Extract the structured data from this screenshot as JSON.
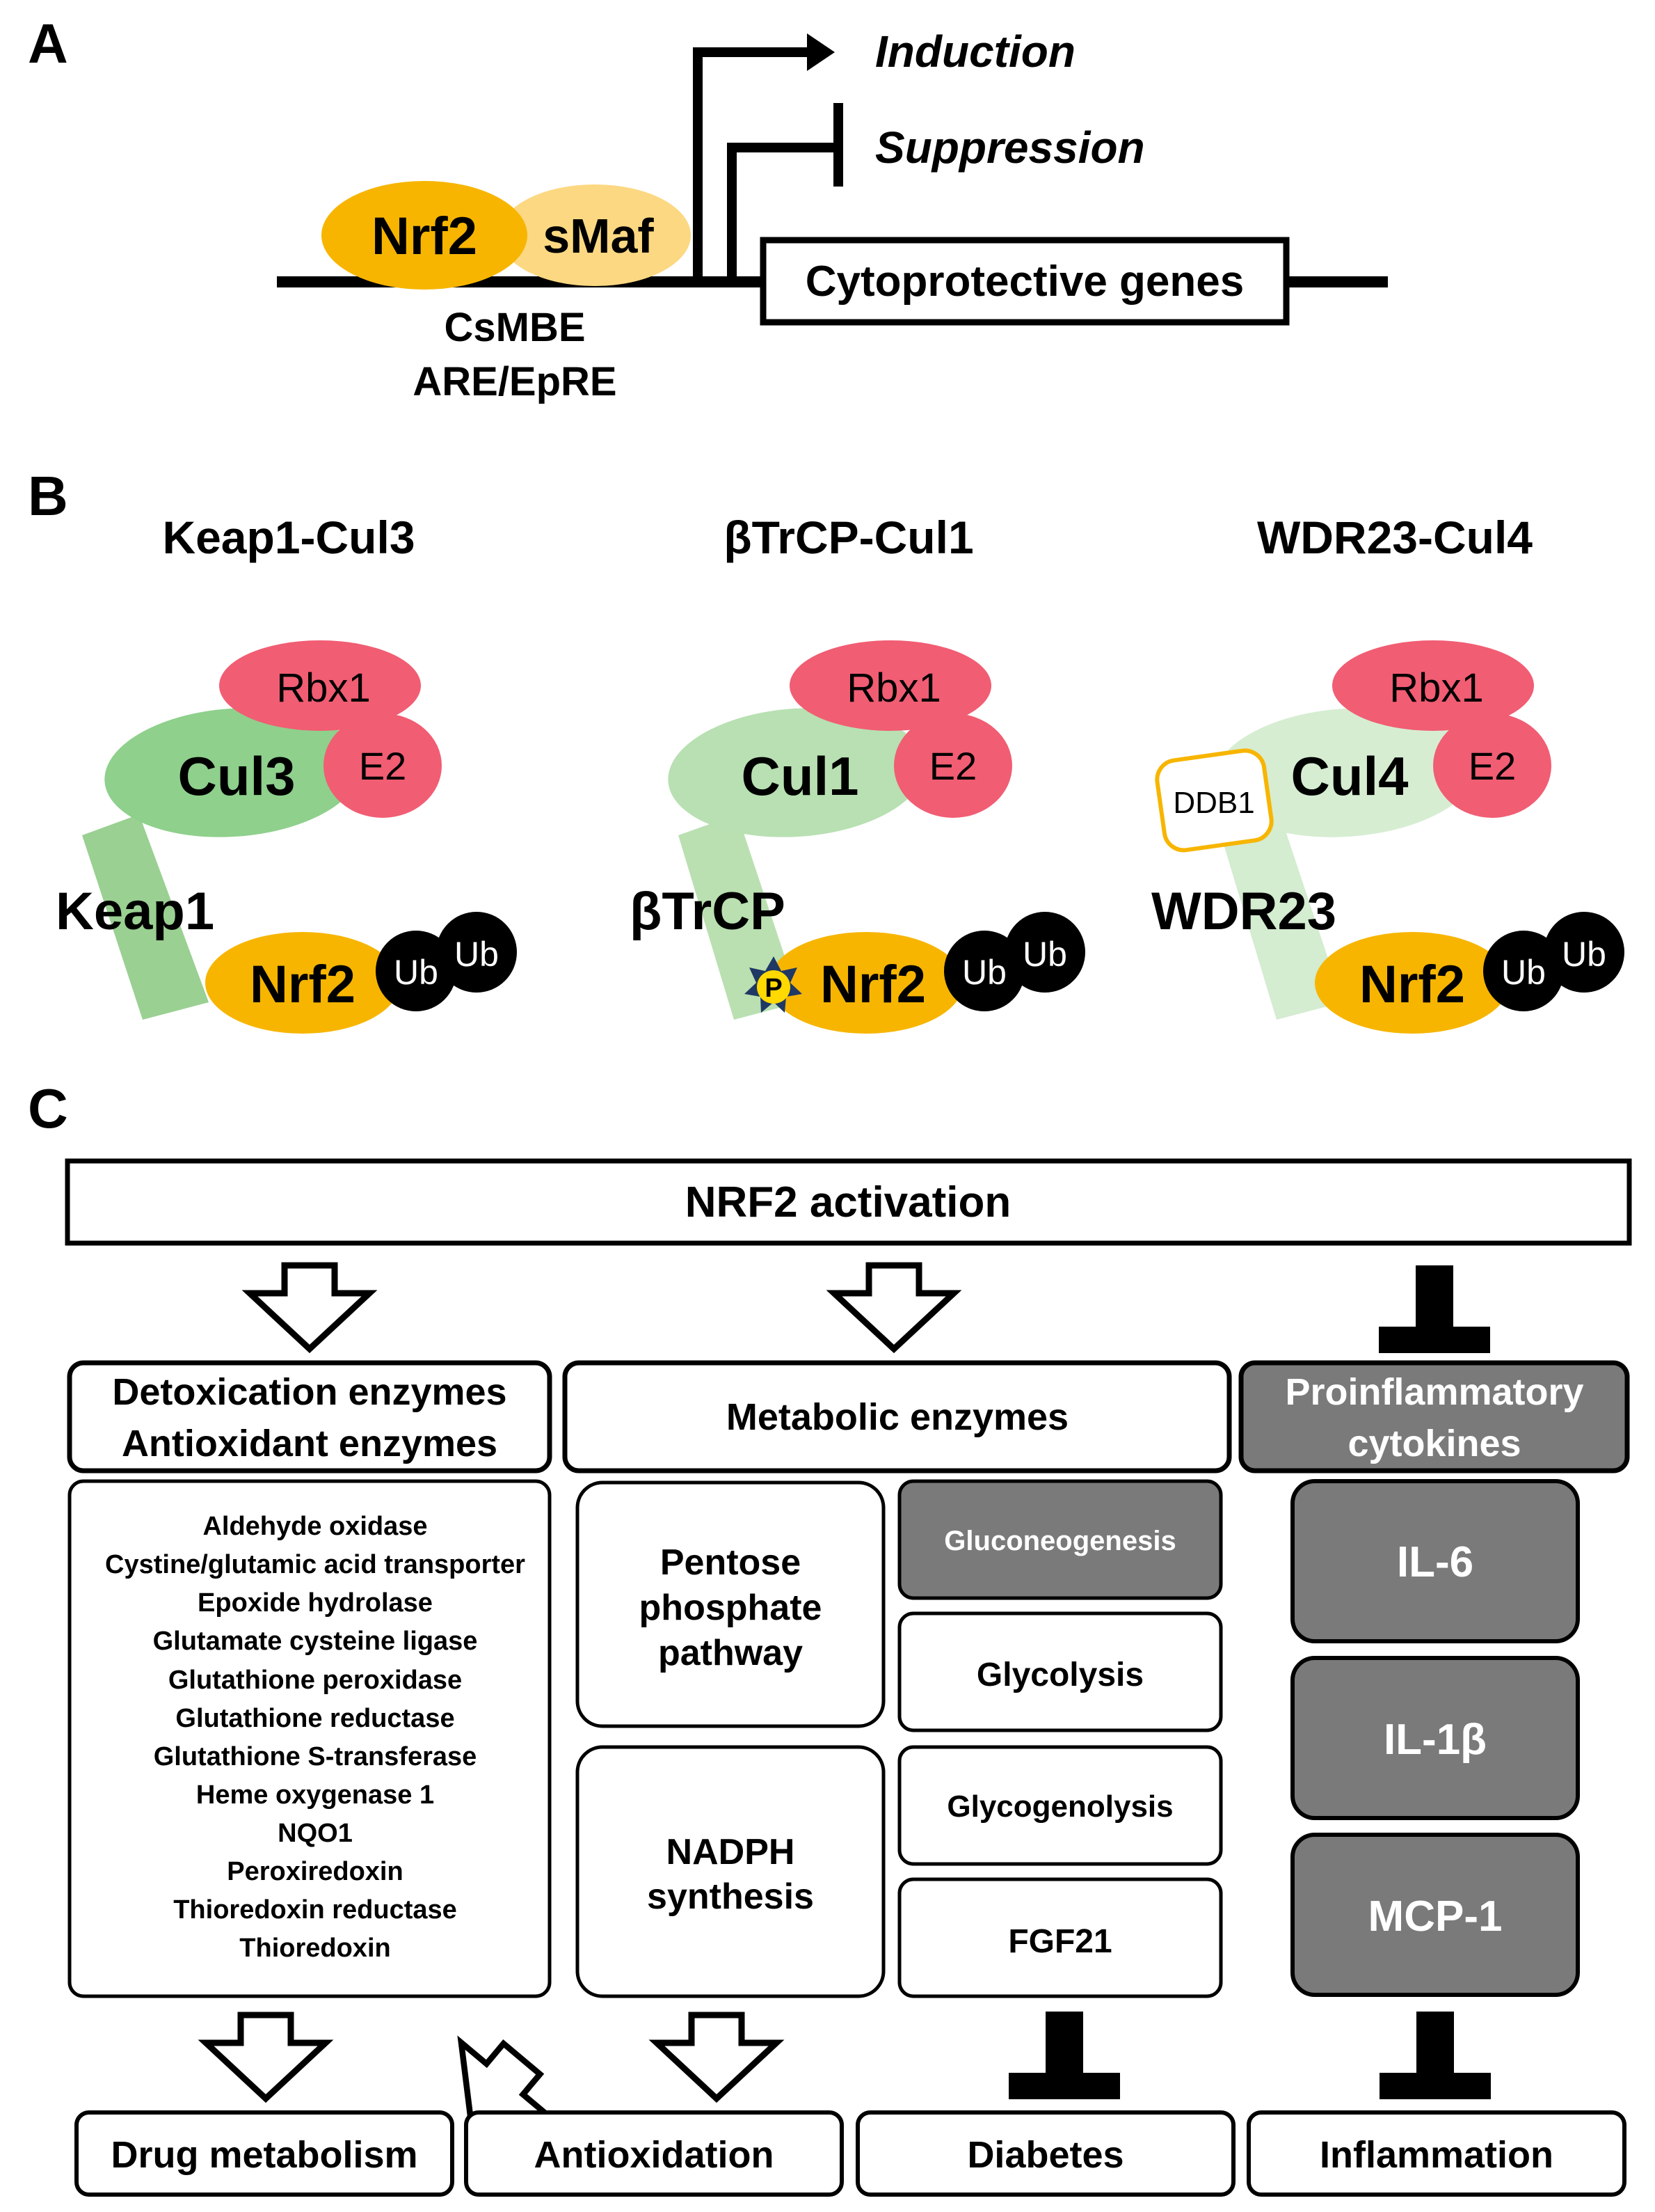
{
  "colors": {
    "nrf2": "#F7B500",
    "smaf": "#FCD882",
    "rbx1": "#F15D73",
    "cul_green": "#8ED08C",
    "cul_green_light": "#C9E7C5",
    "keap_green": "#8FCB86",
    "ub": "#000000",
    "gray_box": "#7A7A7A",
    "ddb1_border": "#F7B500"
  },
  "panelA": {
    "label": "A",
    "nrf2": "Nrf2",
    "smaf": "sMaf",
    "element_line1": "CsMBE",
    "element_line2": "ARE/EpRE",
    "induction": "Induction",
    "suppression": "Suppression",
    "genes": "Cytoprotective genes"
  },
  "panelB": {
    "label": "B",
    "complexes": [
      {
        "title": "Keap1-Cul3",
        "rbx": "Rbx1",
        "e2": "E2",
        "cul": "Cul3",
        "adaptor": "Keap1",
        "nrf2": "Nrf2",
        "ub1": "Ub",
        "ub2": "Ub"
      },
      {
        "title": "βTrCP-Cul1",
        "rbx": "Rbx1",
        "e2": "E2",
        "cul": "Cul1",
        "adaptor": "βTrCP",
        "nrf2": "Nrf2",
        "ub1": "Ub",
        "ub2": "Ub",
        "phospho": "P"
      },
      {
        "title": "WDR23-Cul4",
        "rbx": "Rbx1",
        "e2": "E2",
        "cul": "Cul4",
        "adaptor": "WDR23",
        "nrf2": "Nrf2",
        "ub1": "Ub",
        "ub2": "Ub",
        "ddb1": "DDB1"
      }
    ]
  },
  "panelC": {
    "label": "C",
    "activation": "NRF2 activation",
    "detox_line1": "Detoxication enzymes",
    "detox_line2": "Antioxidant enzymes",
    "metabolic": "Metabolic enzymes",
    "proinflam_line1": "Proinflammatory",
    "proinflam_line2": "cytokines",
    "enzymes": [
      "Aldehyde oxidase",
      "Cystine/glutamic acid transporter",
      "Epoxide hydrolase",
      "Glutamate cysteine ligase",
      "Glutathione peroxidase",
      "Glutathione reductase",
      "Glutathione S-transferase",
      "Heme oxygenase 1",
      "NQO1",
      "Peroxiredoxin",
      "Thioredoxin reductase",
      "Thioredoxin"
    ],
    "pentose": [
      "Pentose",
      "phosphate",
      "pathway"
    ],
    "nadph": [
      "NADPH",
      "synthesis"
    ],
    "gluconeogenesis": "Gluconeogenesis",
    "glycolysis": "Glycolysis",
    "glycogenolysis": "Glycogenolysis",
    "fgf21": "FGF21",
    "cytokines": [
      "IL-6",
      "IL-1β",
      "MCP-1"
    ],
    "outcomes": [
      "Drug metabolism",
      "Antioxidation",
      "Diabetes",
      "Inflammation"
    ]
  }
}
